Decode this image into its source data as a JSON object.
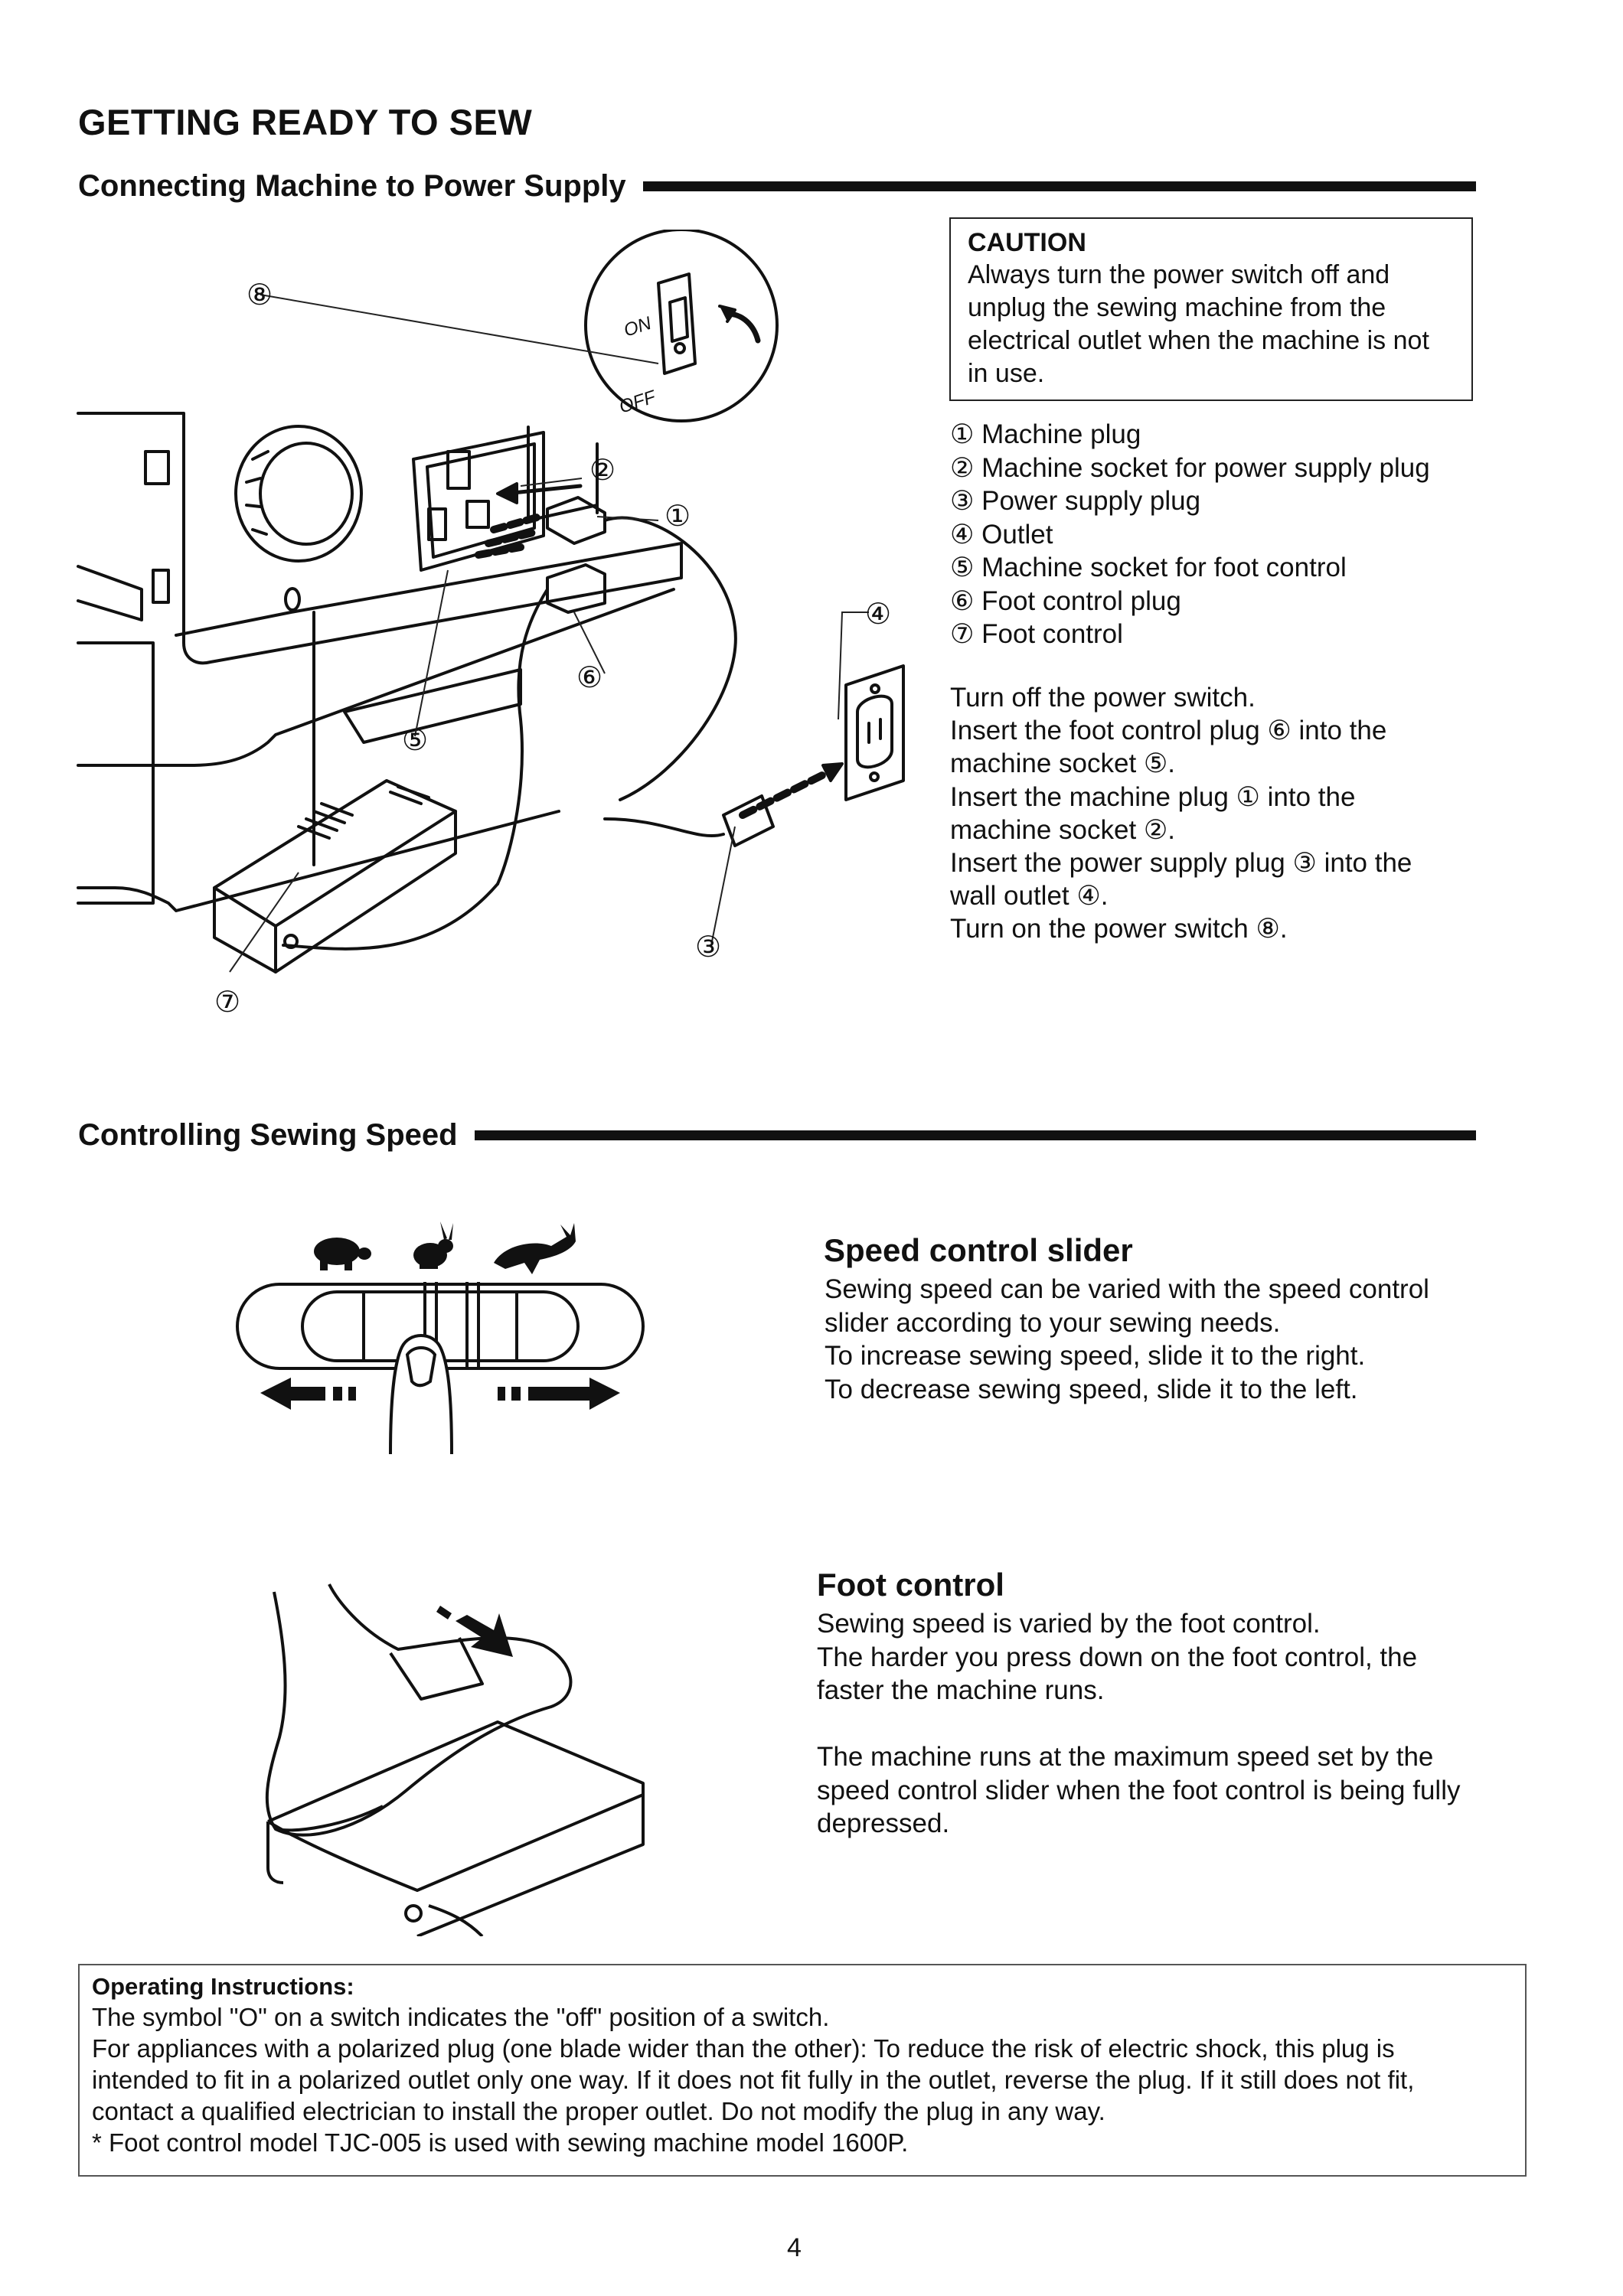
{
  "title": "GETTING READY TO SEW",
  "section_power": {
    "heading": "Connecting Machine to Power Supply",
    "caution": {
      "heading": "CAUTION",
      "lines": [
        "Always turn the power switch off and",
        "unplug the sewing machine from the",
        "electrical outlet when the machine is not",
        "in use."
      ]
    },
    "legend": [
      "① Machine plug",
      "② Machine socket for power supply plug",
      "③ Power supply plug",
      "④ Outlet",
      "⑤ Machine socket for foot control",
      "⑥ Foot control plug",
      "⑦ Foot control"
    ],
    "steps": [
      "Turn off the power switch.",
      "Insert the foot control plug ⑥ into the",
      "machine socket ⑤.",
      "Insert the machine plug ① into the",
      "machine socket ②.",
      "Insert the power supply plug ③ into the",
      "wall outlet ④.",
      "Turn on the power switch ⑧."
    ],
    "diagram": {
      "callouts": [
        "⑧",
        "②",
        "①",
        "④",
        "⑥",
        "⑤",
        "③",
        "⑦"
      ],
      "switch_on": "ON",
      "switch_off": "OFF",
      "machine_symbol": "O"
    }
  },
  "section_speed": {
    "heading": "Controlling Sewing Speed",
    "slider": {
      "heading": "Speed control slider",
      "lines": [
        "Sewing speed can be varied with the speed control",
        "slider according to your sewing needs.",
        "To increase sewing speed, slide it to the right.",
        "To decrease sewing speed, slide it to the left."
      ]
    },
    "foot": {
      "heading": "Foot control",
      "lines": [
        "Sewing speed is varied by the foot control.",
        "The harder you press down on the foot control, the",
        "faster the machine runs.",
        "",
        "The machine runs at the maximum speed set by the",
        "speed control slider when the foot control is being fully",
        "depressed."
      ]
    }
  },
  "operating": {
    "heading": "Operating Instructions:",
    "lines": [
      "The symbol \"O\" on a switch indicates the \"off\" position of a switch.",
      "For appliances with a polarized plug (one blade wider than the other): To reduce the risk of electric shock, this plug is",
      "intended to fit in a polarized outlet only one way. If it does not fit fully in the outlet, reverse the plug. If it still does not fit,",
      "contact a qualified electrician to install the proper outlet. Do not modify the plug in any way.",
      "* Foot control model TJC-005 is used with sewing machine model 1600P."
    ]
  },
  "page_number": "4",
  "colors": {
    "ink": "#111111",
    "box_border": "#555555"
  }
}
